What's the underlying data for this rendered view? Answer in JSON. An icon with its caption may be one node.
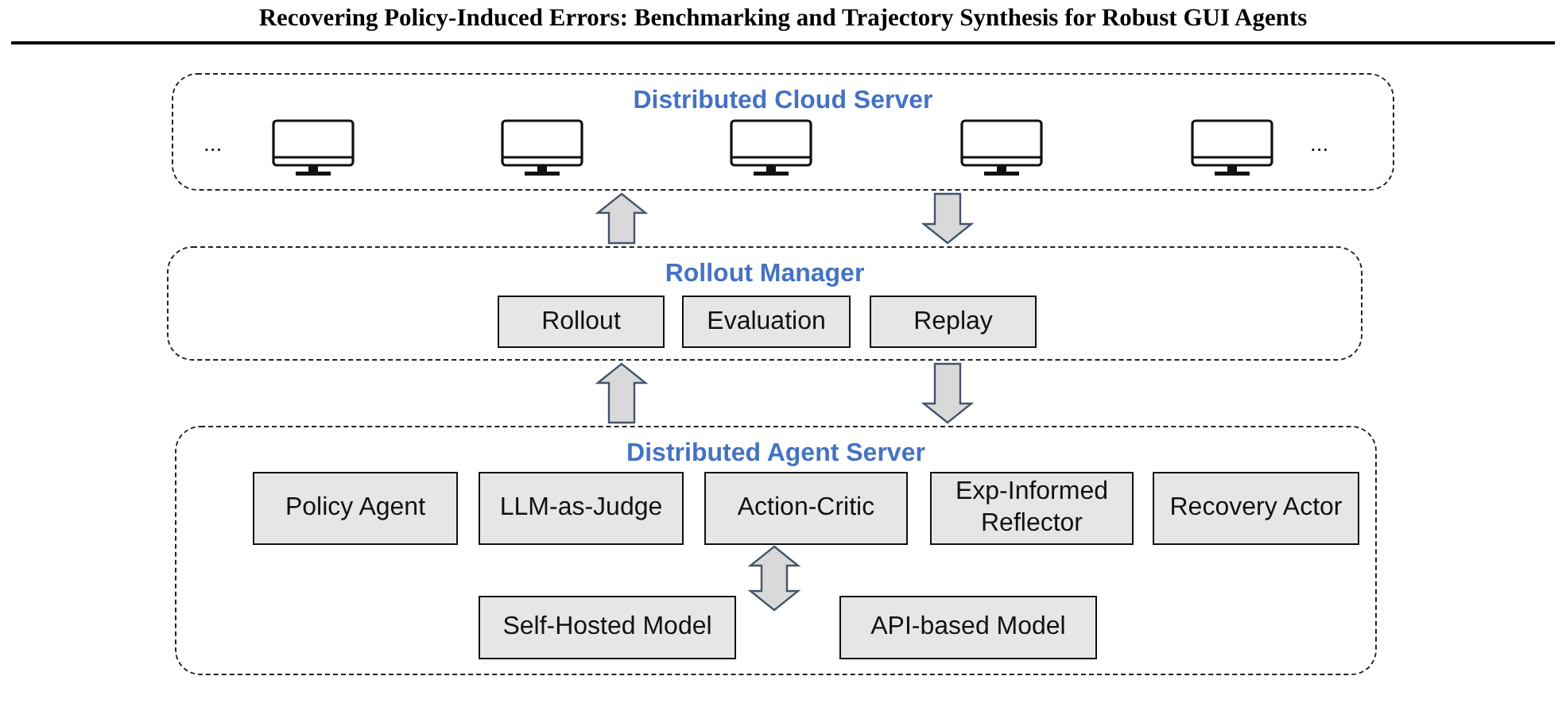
{
  "diagram": {
    "title": "Recovering Policy-Induced Errors: Benchmarking and Trajectory Synthesis for Robust GUI Agents",
    "nodes": [
      {
        "text": [
          "Distributed Cloud Server"
        ]
      },
      {
        "text": [
          "Rollout Manager"
        ]
      },
      {
        "text": [
          "Rollout"
        ],
        "in": 1
      },
      {
        "text": [
          "Evaluation"
        ],
        "in": 1
      },
      {
        "text": [
          "Replay"
        ],
        "in": 1
      },
      {
        "text": [
          "Distributed Agent Server"
        ]
      },
      {
        "text": [
          "Policy Agent"
        ],
        "in": 5
      },
      {
        "text": [
          "LLM-as-Judge"
        ],
        "in": 5
      },
      {
        "text": [
          "Action-Critic"
        ],
        "in": 5
      },
      {
        "text": [
          "Exp-Informed Reflector"
        ],
        "in": 5
      },
      {
        "text": [
          "Recovery Actor"
        ],
        "in": 5
      },
      {
        "text": [
          "Self-Hosted Model"
        ],
        "in": 5
      },
      {
        "text": [
          "API-based Model"
        ],
        "in": 5
      }
    ],
    "edges": [
      {
        "from": 1,
        "to": 0,
        "arrow": "to"
      },
      {
        "from": 0,
        "to": 1,
        "arrow": "to"
      },
      {
        "from": 5,
        "to": 1,
        "arrow": "to"
      },
      {
        "from": 1,
        "to": 5,
        "arrow": "to"
      },
      {
        "from": 8,
        "to": null,
        "arrow": "both"
      }
    ],
    "labels": [
      "...",
      "..."
    ]
  }
}
